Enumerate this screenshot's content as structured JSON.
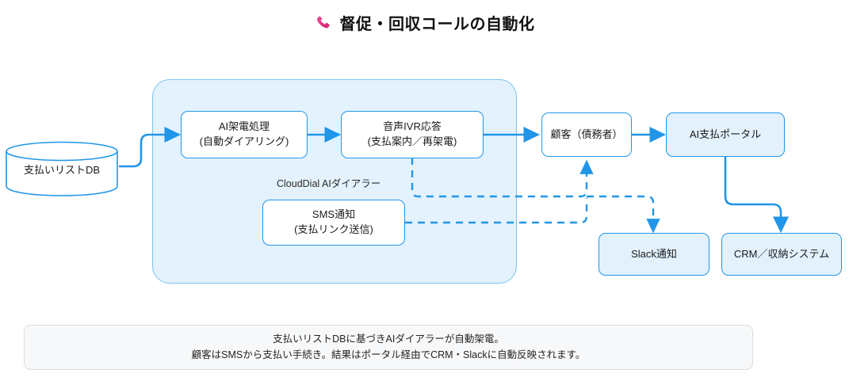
{
  "header": {
    "icon": "phone-icon",
    "icon_color": "#e8388a",
    "title": "督促・回収コールの自動化"
  },
  "theme": {
    "stroke": "#2196e8",
    "group_fill": "#e3f2fd",
    "group_stroke": "#7cc4ee",
    "node_fill": "#e2f1fc",
    "node_white": "#ffffff",
    "footer_fill": "#f7f8f9",
    "footer_stroke": "#dcdcdc"
  },
  "diagram": {
    "type": "flowchart",
    "datastore": {
      "label": "支払いリストDB",
      "shape": "cylinder"
    },
    "group": {
      "label": "CloudDial AIダイアラー",
      "nodes": [
        {
          "id": "ai-dial",
          "label": "AI架電処理\n(自動ダイアリング)",
          "fill": "white"
        },
        {
          "id": "ivr",
          "label": "音声IVR応答\n(支払案内／再架電)",
          "fill": "white"
        },
        {
          "id": "sms",
          "label": "SMS通知\n(支払リンク送信)",
          "fill": "white"
        }
      ]
    },
    "nodes": [
      {
        "id": "customer",
        "label": "顧客（債務者）",
        "fill": "white"
      },
      {
        "id": "portal",
        "label": "AI支払ポータル",
        "fill": "blue"
      },
      {
        "id": "slack",
        "label": "Slack通知",
        "fill": "blue"
      },
      {
        "id": "crm",
        "label": "CRM／収納システム",
        "fill": "blue"
      }
    ],
    "edges": [
      {
        "from": "支払いリストDB",
        "to": "AI架電処理",
        "style": "solid"
      },
      {
        "from": "AI架電処理",
        "to": "音声IVR応答",
        "style": "solid"
      },
      {
        "from": "音声IVR応答",
        "to": "顧客（債務者）",
        "style": "solid"
      },
      {
        "from": "顧客（債務者）",
        "to": "AI支払ポータル",
        "style": "solid"
      },
      {
        "from": "AI支払ポータル",
        "to": "CRM／収納システム",
        "style": "solid"
      },
      {
        "from": "音声IVR応答",
        "to": "顧客（債務者）",
        "style": "dashed"
      },
      {
        "from": "SMS通知",
        "to": "顧客（債務者）",
        "style": "dashed"
      },
      {
        "from": "音声IVR応答",
        "to": "Slack通知",
        "style": "dashed"
      }
    ]
  },
  "footer": {
    "line1": "支払いリストDBに基づきAIダイアラーが自動架電。",
    "line2": "顧客はSMSから支払い手続き。結果はポータル経由でCRM・Slackに自動反映されます。"
  }
}
